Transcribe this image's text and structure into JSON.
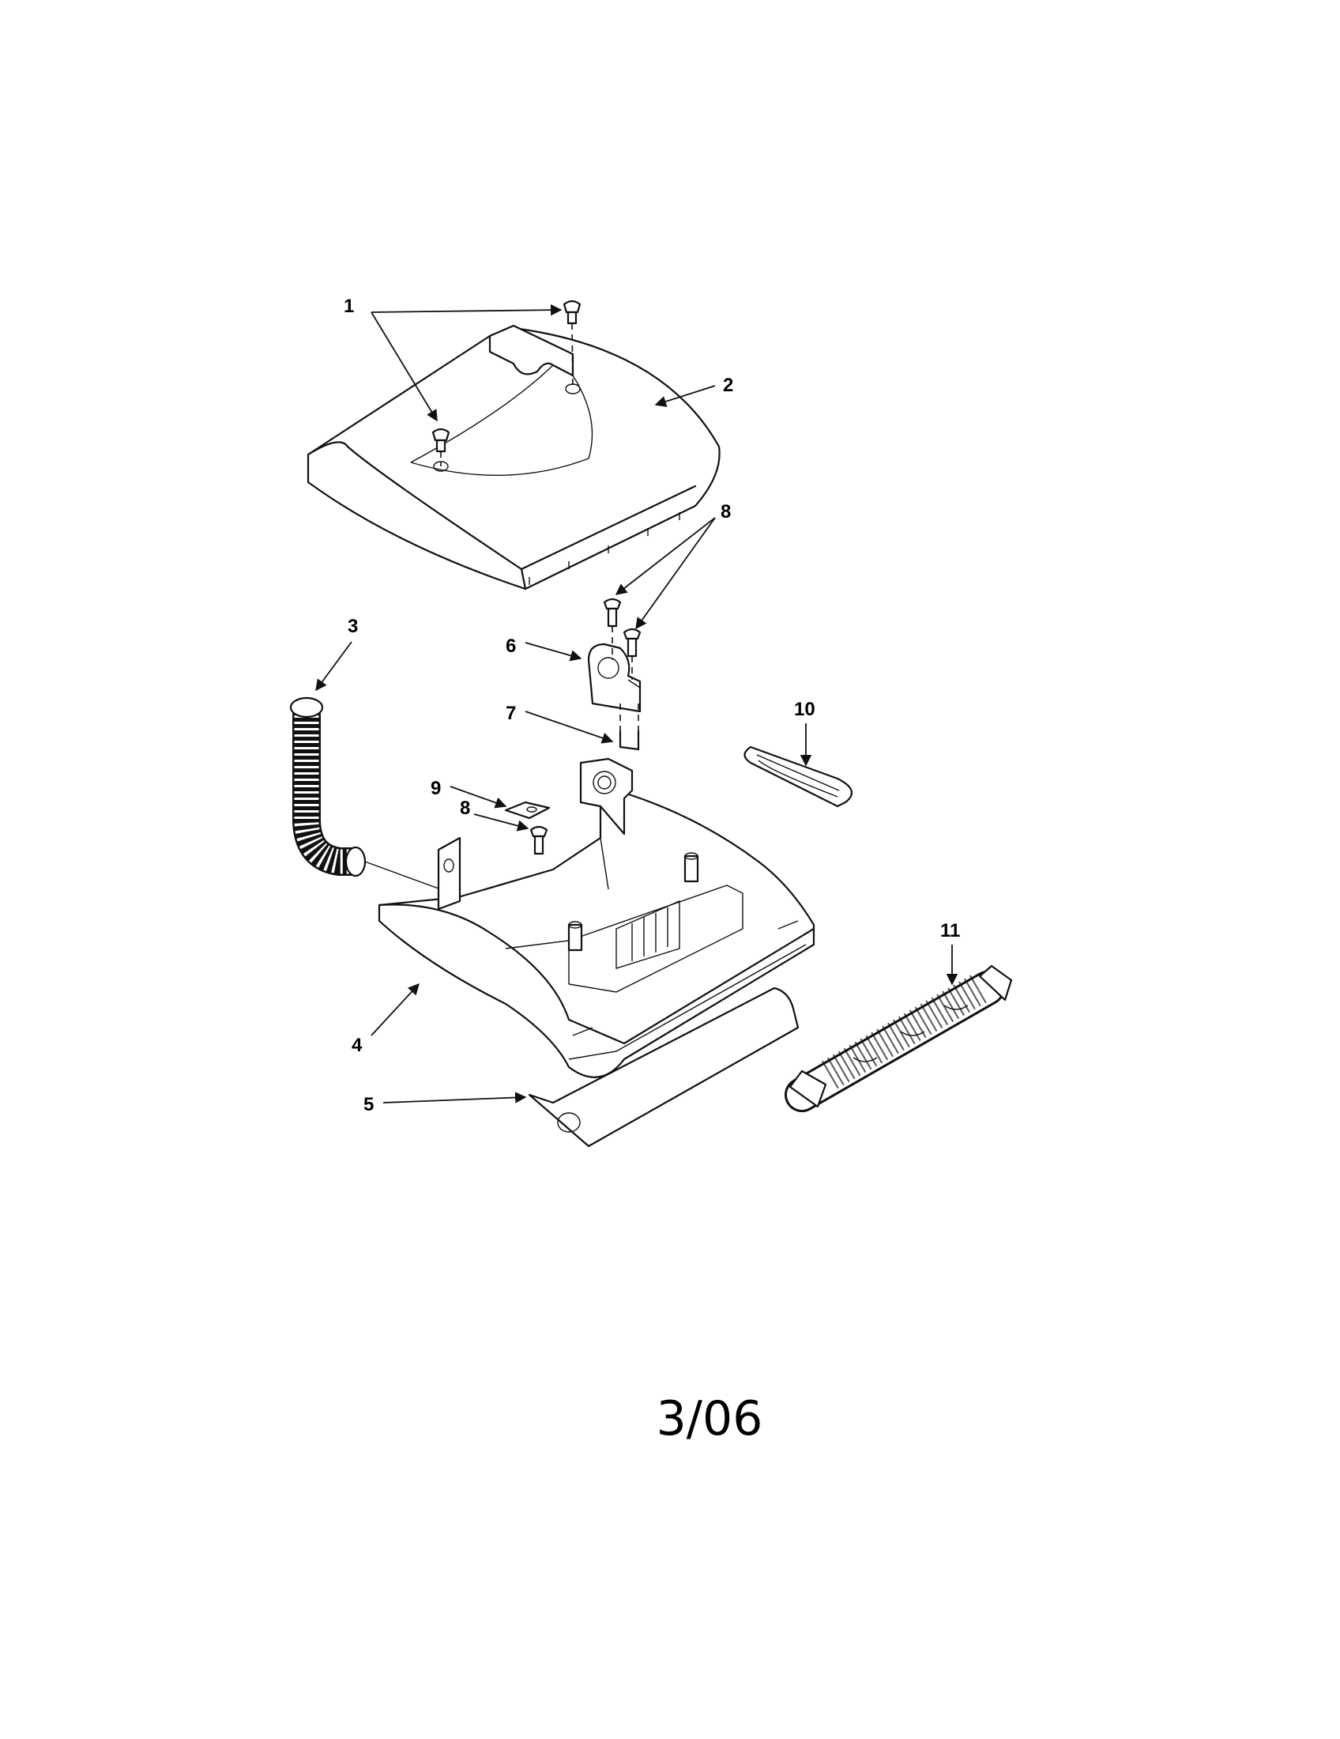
{
  "diagram": {
    "callouts": [
      {
        "id": "c1",
        "label": "1"
      },
      {
        "id": "c2",
        "label": "2"
      },
      {
        "id": "c3",
        "label": "3"
      },
      {
        "id": "c4",
        "label": "4"
      },
      {
        "id": "c5",
        "label": "5"
      },
      {
        "id": "c6",
        "label": "6"
      },
      {
        "id": "c7",
        "label": "7"
      },
      {
        "id": "c8a",
        "label": "8"
      },
      {
        "id": "c8b",
        "label": "8"
      },
      {
        "id": "c9",
        "label": "9"
      },
      {
        "id": "c10",
        "label": "10"
      },
      {
        "id": "c11",
        "label": "11"
      }
    ]
  },
  "footer": {
    "date_code": "3/06"
  }
}
